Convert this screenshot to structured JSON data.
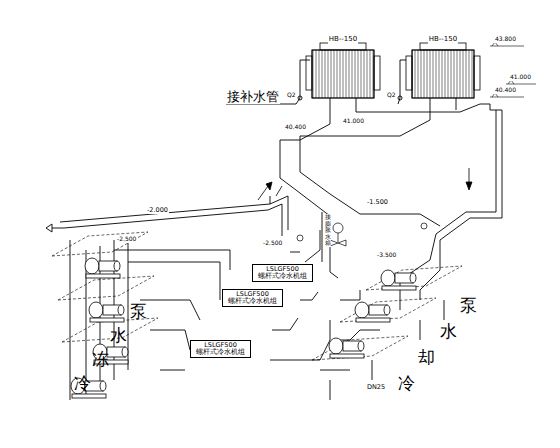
{
  "diagram": {
    "nodes": [
      {
        "text": [
          "HB--150"
        ]
      },
      {
        "text": [
          "HB--150"
        ]
      },
      {
        "text": [
          "LSLGF500",
          "螺杆式冷水机组"
        ]
      },
      {
        "text": [
          "LSLGF500",
          "螺杆式冷水机组"
        ]
      },
      {
        "text": [
          "LSLGF500",
          "螺杆式冷水机组"
        ]
      }
    ],
    "labels": [
      "接补水管",
      "43.800",
      "41.000",
      "40.400",
      "40.400",
      "41.000",
      "-1.500",
      "-2.000",
      "-2.500",
      "-2.500",
      "-3.500",
      "DN25",
      "Q2",
      "Q2",
      "接膨胀水箱",
      "冷冻水泵",
      "冷却水泵"
    ]
  }
}
